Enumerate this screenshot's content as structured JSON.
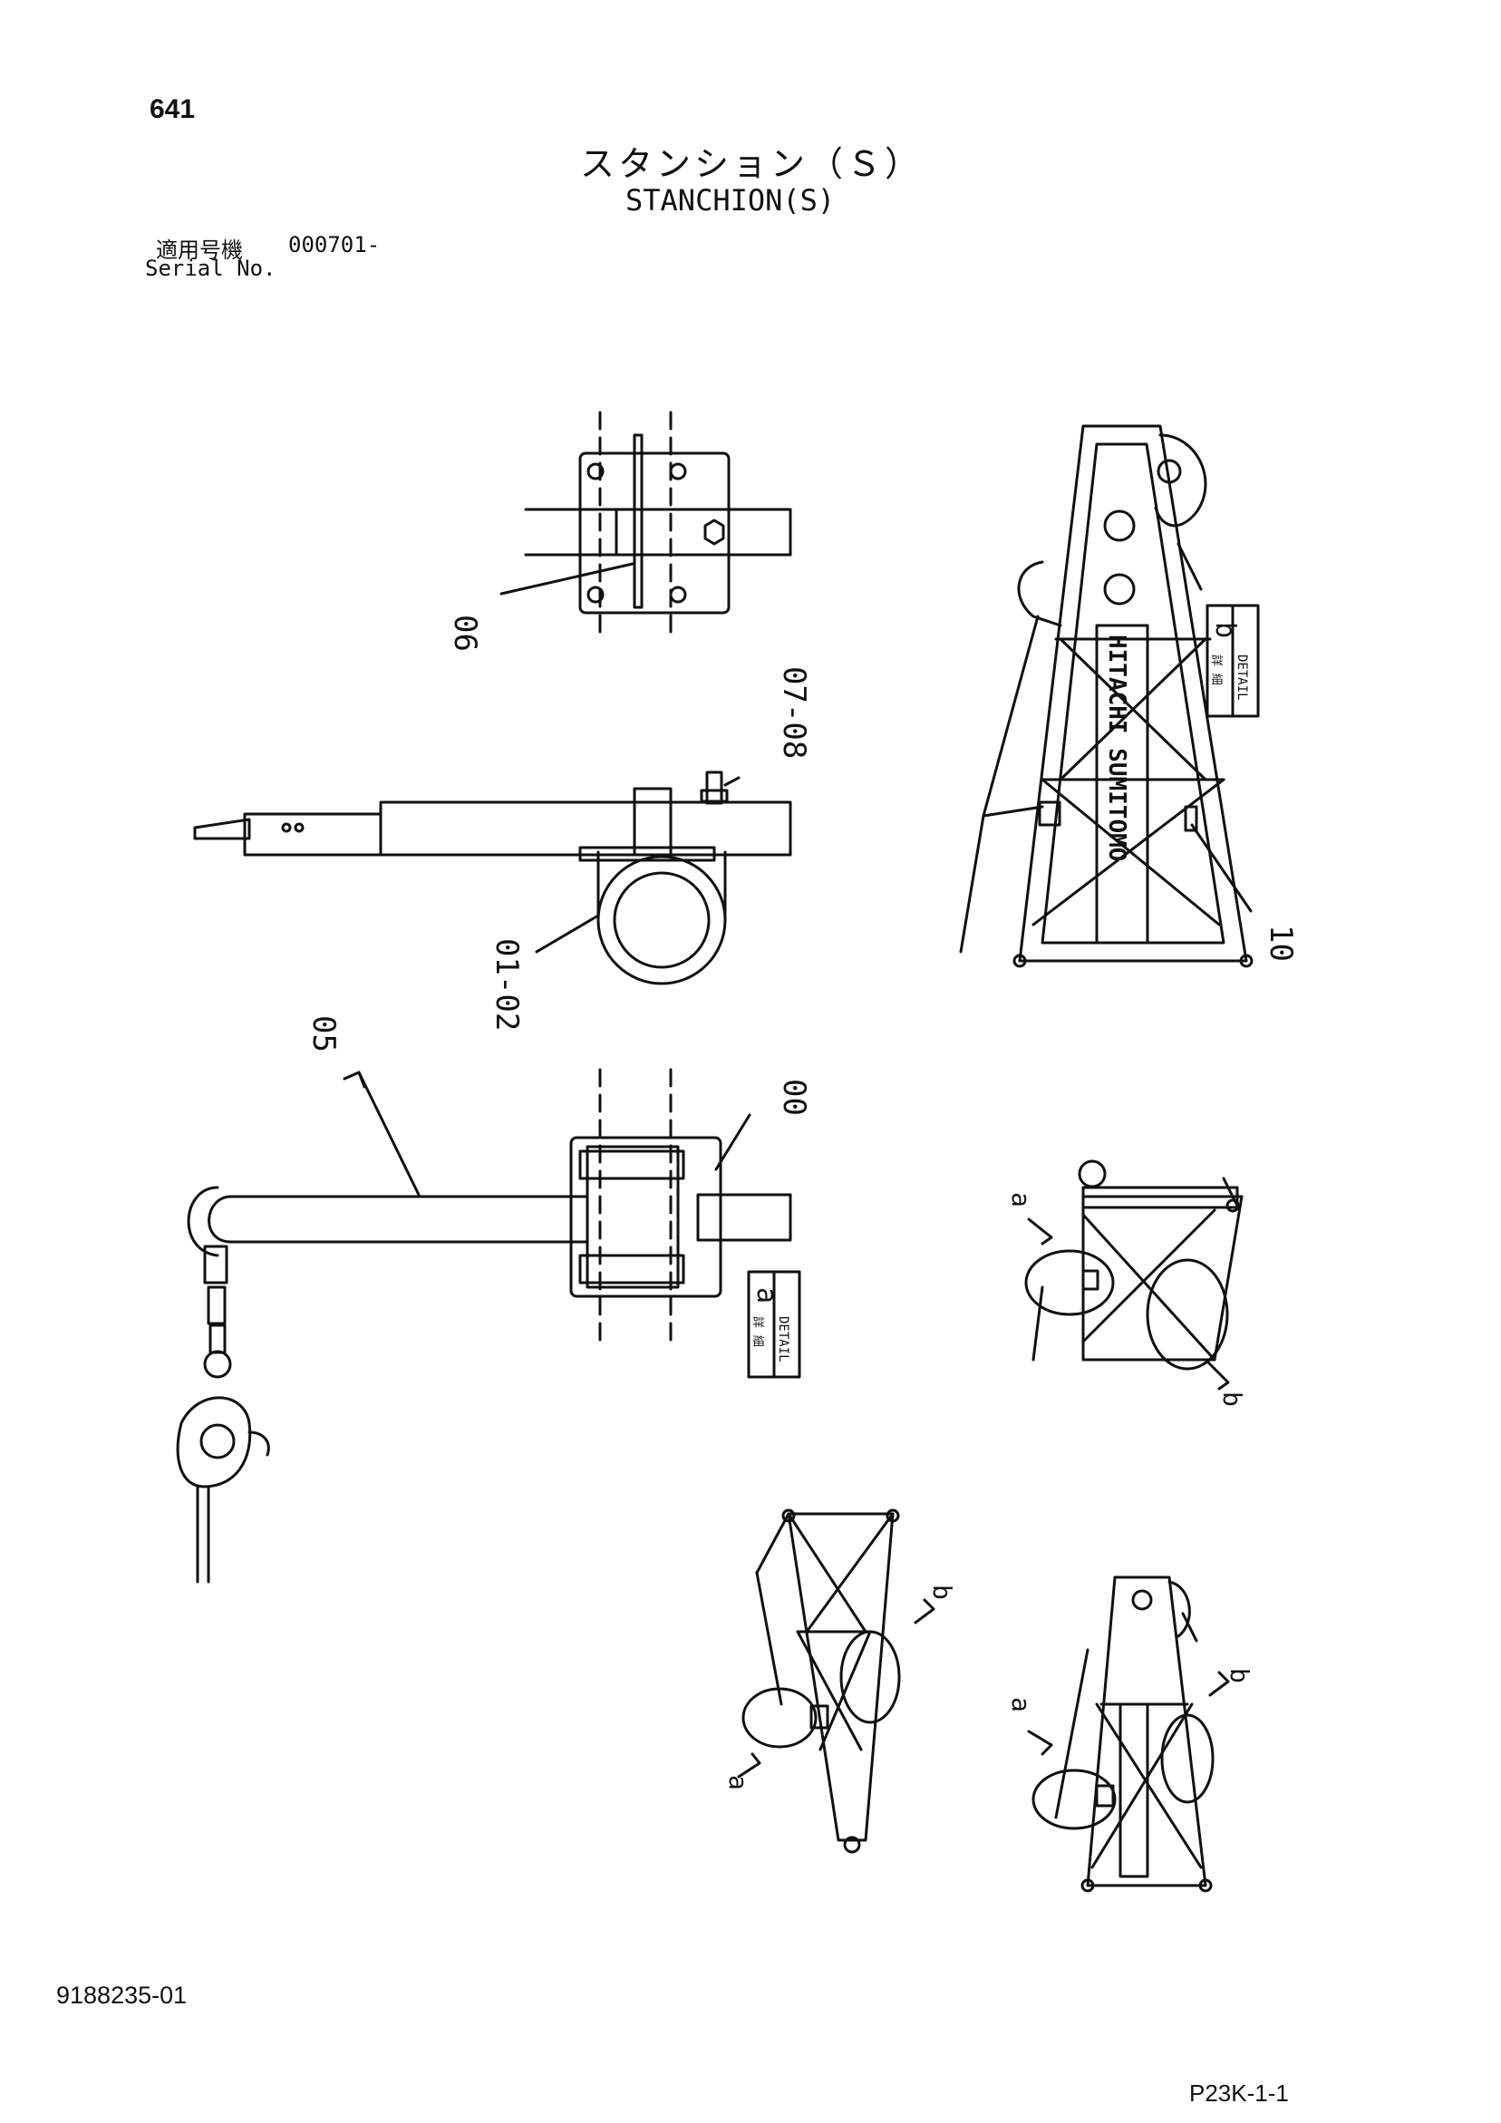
{
  "header": {
    "page_number": "641",
    "title_jp": "スタンション（Ｓ）",
    "title_en": "STANCHION(S)",
    "serial_label_jp": "適用号機",
    "serial_value": "000701-",
    "serial_label_en": "Serial No."
  },
  "callouts": {
    "c06": "06",
    "c0708": "07-08",
    "c0102": "01-02",
    "c05": "05",
    "c00": "00",
    "c10": "10"
  },
  "details": {
    "detail_word": "DETAIL",
    "detail_jp": "詳 細",
    "detail_a": "a",
    "detail_b": "b",
    "brand_text": "HITACHI SUMITOMO"
  },
  "view_markers": {
    "a": "a",
    "b": "b"
  },
  "footer": {
    "doc_number": "9188235-01",
    "page_code": "P23K-1-1"
  }
}
